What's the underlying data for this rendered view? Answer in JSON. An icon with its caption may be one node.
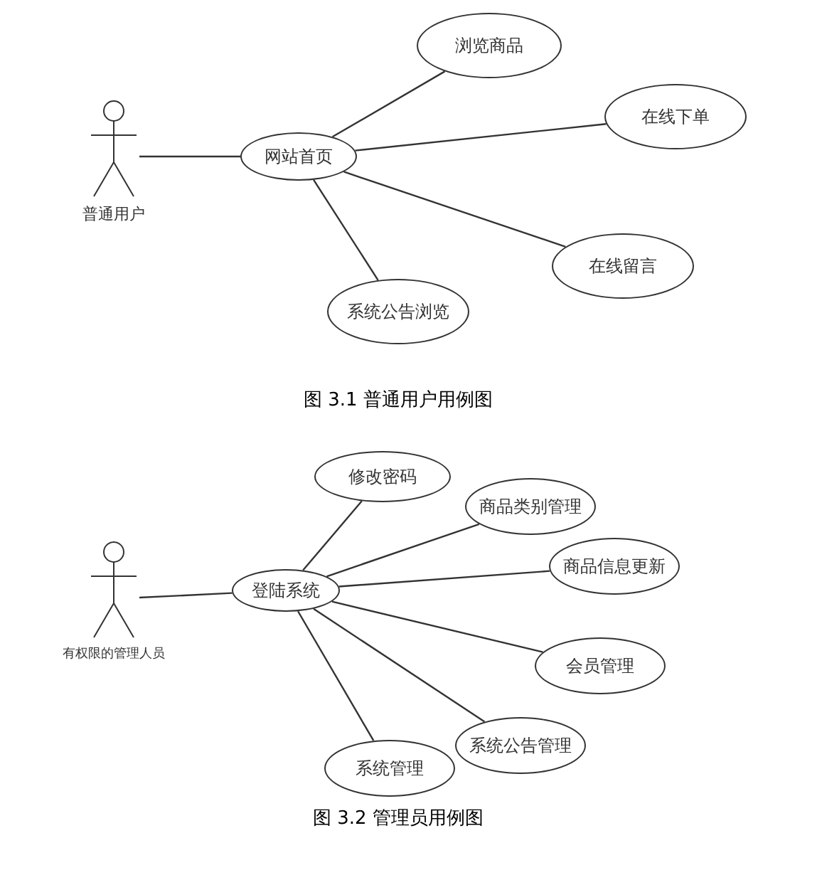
{
  "diagram": {
    "nodes": [
      {
        "text": [
          "普通用户"
        ]
      },
      {
        "text": [
          "网站首页"
        ]
      },
      {
        "text": [
          "浏览商品"
        ]
      },
      {
        "text": [
          "在线下单"
        ]
      },
      {
        "text": [
          "在线留言"
        ]
      },
      {
        "text": [
          "系统公告浏览"
        ]
      },
      {
        "text": [
          "有权限的管理人员"
        ]
      },
      {
        "text": [
          "登陆系统"
        ]
      },
      {
        "text": [
          "修改密码"
        ]
      },
      {
        "text": [
          "商品类别管理"
        ]
      },
      {
        "text": [
          "商品信息更新"
        ]
      },
      {
        "text": [
          "会员管理"
        ]
      },
      {
        "text": [
          "系统公告管理"
        ]
      },
      {
        "text": [
          "系统管理"
        ]
      }
    ],
    "edges": [
      {
        "from": 0,
        "to": 1,
        "arrow": "none"
      },
      {
        "from": 1,
        "to": 2,
        "arrow": "none"
      },
      {
        "from": 1,
        "to": 3,
        "arrow": "none"
      },
      {
        "from": 1,
        "to": 4,
        "arrow": "none"
      },
      {
        "from": 1,
        "to": 5,
        "arrow": "none"
      },
      {
        "from": 6,
        "to": 7,
        "arrow": "none"
      },
      {
        "from": 7,
        "to": 8,
        "arrow": "none"
      },
      {
        "from": 7,
        "to": 9,
        "arrow": "none"
      },
      {
        "from": 7,
        "to": 10,
        "arrow": "none"
      },
      {
        "from": 7,
        "to": 11,
        "arrow": "none"
      },
      {
        "from": 7,
        "to": 12,
        "arrow": "none"
      },
      {
        "from": 7,
        "to": 13,
        "arrow": "none"
      }
    ],
    "labels": [
      "图 3.1 普通用户用例图",
      "图 3.2 管理员用例图"
    ]
  }
}
